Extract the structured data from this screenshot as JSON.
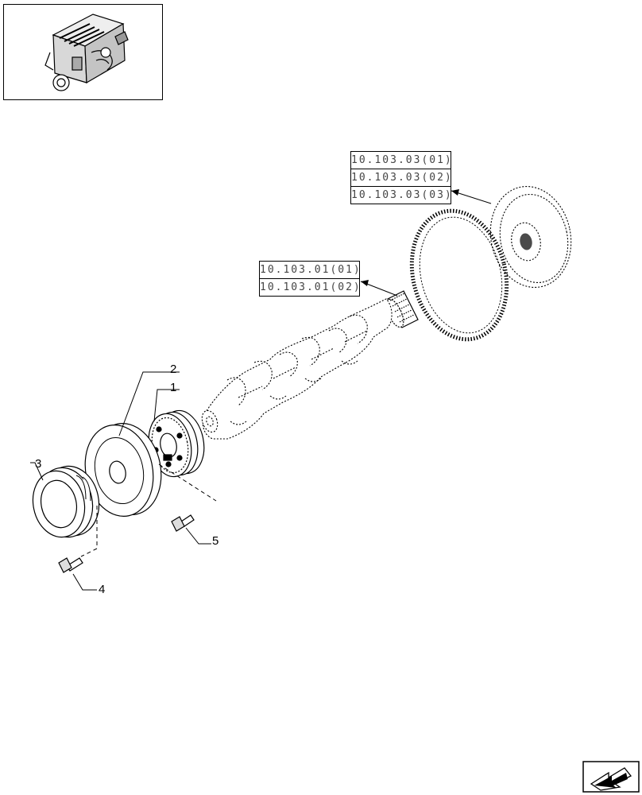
{
  "references": {
    "flywheel_group": [
      "10.103.03(01)",
      "10.103.03(02)",
      "10.103.03(03)"
    ],
    "crankshaft_group": [
      "10.103.01(01)",
      "10.103.01(02)"
    ]
  },
  "callouts": {
    "part_1": "1",
    "part_2": "2",
    "part_3": "3",
    "part_4": "4",
    "part_5": "5"
  },
  "icons": {
    "thumbnail": "engine-thumbnail-icon",
    "navigation": "next-page-arrow-icon"
  }
}
